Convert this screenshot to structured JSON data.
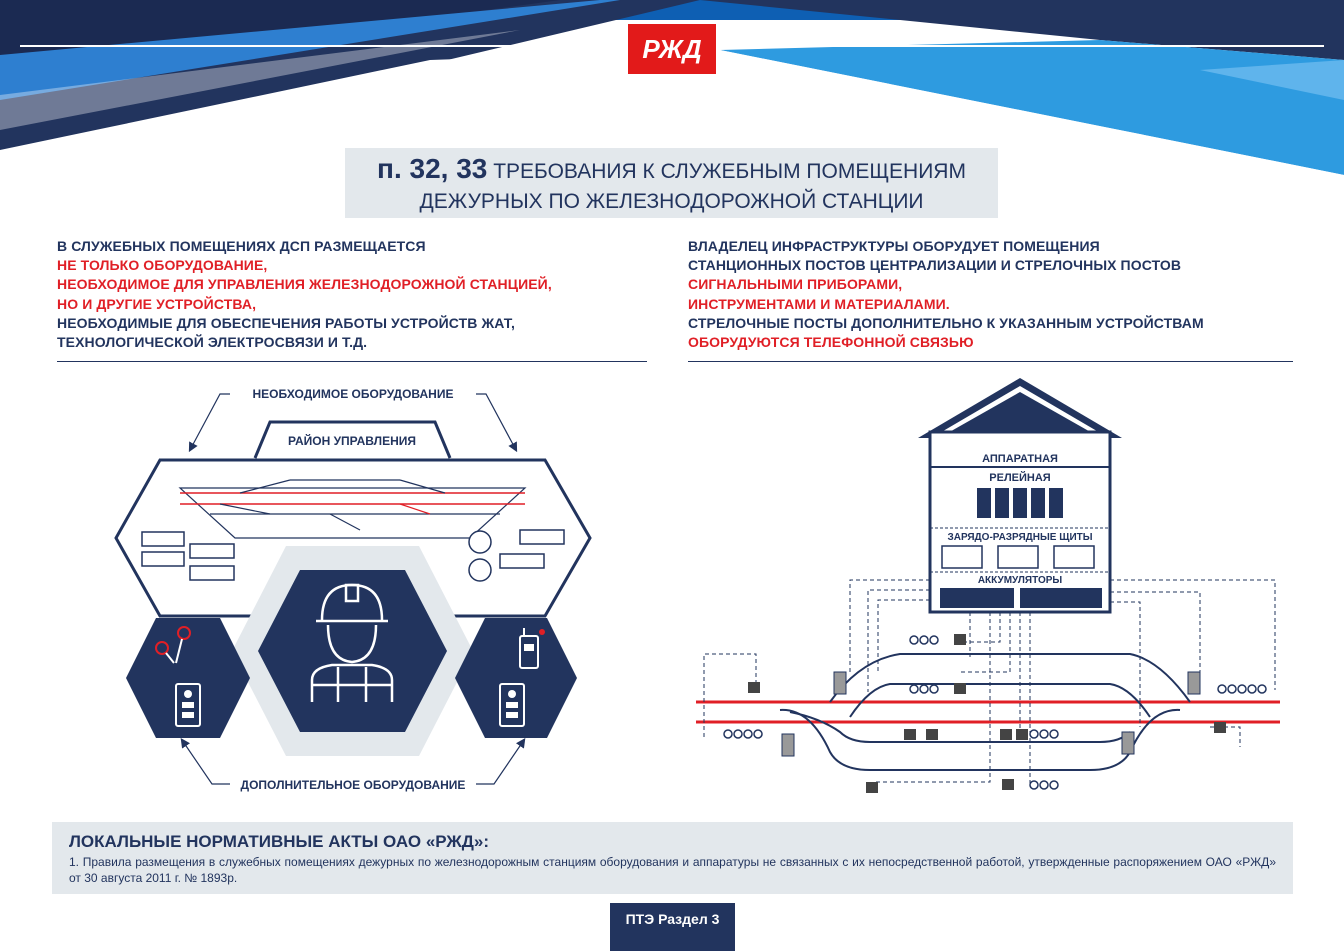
{
  "logo": {
    "text": "РЖД"
  },
  "title": {
    "number": "п. 32, 33",
    "line1": "ТРЕБОВАНИЯ К СЛУЖЕБНЫМ ПОМЕЩЕНИЯМ",
    "line2": "ДЕЖУРНЫХ ПО ЖЕЛЕЗНОДОРОЖНОЙ СТАНЦИИ"
  },
  "left_text": [
    {
      "text": "В СЛУЖЕБНЫХ ПОМЕЩЕНИЯХ ДСП РАЗМЕЩАЕТСЯ",
      "color": "navy"
    },
    {
      "text": "НЕ ТОЛЬКО ОБОРУДОВАНИЕ,",
      "color": "red"
    },
    {
      "text": "НЕОБХОДИМОЕ ДЛЯ УПРАВЛЕНИЯ ЖЕЛЕЗНОДОРОЖНОЙ СТАНЦИЕЙ,",
      "color": "red"
    },
    {
      "text": "НО И ДРУГИЕ УСТРОЙСТВА,",
      "color": "red"
    },
    {
      "text": "НЕОБХОДИМЫЕ ДЛЯ ОБЕСПЕЧЕНИЯ РАБОТЫ УСТРОЙСТВ ЖАТ,",
      "color": "navy"
    },
    {
      "text": "ТЕХНОЛОГИЧЕСКОЙ ЭЛЕКТРОСВЯЗИ И Т.Д.",
      "color": "navy"
    }
  ],
  "right_text": [
    {
      "text": "ВЛАДЕЛЕЦ ИНФРАСТРУКТУРЫ ОБОРУДУЕТ ПОМЕЩЕНИЯ",
      "color": "navy"
    },
    {
      "text": "СТАНЦИОННЫХ ПОСТОВ ЦЕНТРАЛИЗАЦИИ И СТРЕЛОЧНЫХ ПОСТОВ",
      "color": "navy"
    },
    {
      "text": "СИГНАЛЬНЫМИ ПРИБОРАМИ,",
      "color": "red"
    },
    {
      "text": "ИНСТРУМЕНТАМИ И МАТЕРИАЛАМИ.",
      "color": "red"
    },
    {
      "text": "СТРЕЛОЧНЫЕ ПОСТЫ ДОПОЛНИТЕЛЬНО К УКАЗАННЫМ УСТРОЙСТВАМ",
      "color": "navy"
    },
    {
      "text": "ОБОРУДУЮТСЯ ТЕЛЕФОННОЙ СВЯЗЬЮ",
      "color": "red"
    }
  ],
  "left_diagram": {
    "top_label": "НЕОБХОДИМОЕ ОБОРУДОВАНИЕ",
    "area_label": "РАЙОН УПРАВЛЕНИЯ",
    "bottom_label": "ДОПОЛНИТЕЛЬНОЕ ОБОРУДОВАНИЕ"
  },
  "right_diagram": {
    "room1": "АППАРАТНАЯ",
    "room2": "РЕЛЕЙНАЯ",
    "room3": "ЗАРЯДО-РАЗРЯДНЫЕ ЩИТЫ",
    "room4": "АККУМУЛЯТОРЫ"
  },
  "footer": {
    "title": "ЛОКАЛЬНЫЕ НОРМАТИВНЫЕ АКТЫ ОАО «РЖД»:",
    "text": "1. Правила размещения в служебных помещениях дежурных по железнодорожным станциям оборудования и аппаратуры не связанных с их непосредственной работой, утвержденные распоряжением ОАО «РЖД» от 30 августа 2011 г. № 1893р.",
    "section": "ПТЭ Раздел 3"
  },
  "colors": {
    "navy": "#22345e",
    "red": "#e01f26",
    "light_blue": "#2e9be0",
    "gray_panel": "#e3e8ec"
  }
}
